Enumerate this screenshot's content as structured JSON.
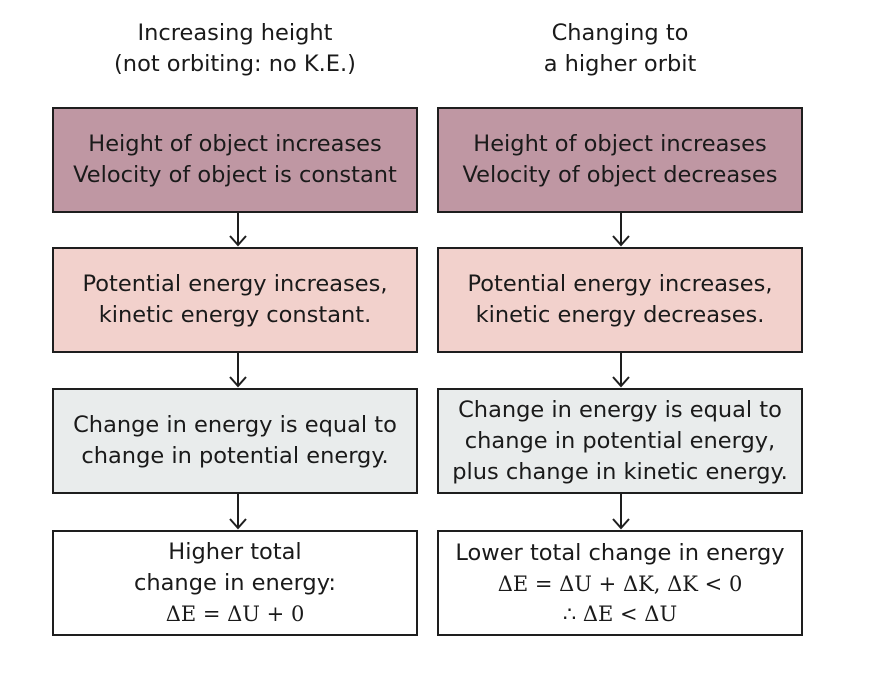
{
  "columns": [
    {
      "heading": [
        "Increasing height",
        "(not orbiting: no K.E.)"
      ],
      "boxes": [
        {
          "lines": [
            "Height of object increases",
            "Velocity of object is constant"
          ]
        },
        {
          "lines": [
            "Potential energy increases,",
            "kinetic energy constant."
          ]
        },
        {
          "lines": [
            "Change in energy is equal to",
            "change in potential energy."
          ]
        },
        {
          "lines": [
            "Higher total",
            "change in energy:"
          ],
          "equation": [
            "ΔE = ΔU  + 0"
          ]
        }
      ]
    },
    {
      "heading": [
        "Changing to",
        "a higher orbit"
      ],
      "boxes": [
        {
          "lines": [
            "Height of object increases",
            "Velocity of object decreases"
          ]
        },
        {
          "lines": [
            "Potential energy increases,",
            "kinetic energy decreases."
          ]
        },
        {
          "lines": [
            "Change in energy is equal to",
            "change in potential energy,",
            "plus change in kinetic energy."
          ]
        },
        {
          "lines": [
            "Lower total change in energy"
          ],
          "equation": [
            "ΔE = ΔU  + ΔK, ΔK < 0",
            "∴ ΔE < ΔU"
          ]
        }
      ]
    }
  ],
  "colors": {
    "row1": "#bf97a3",
    "row2": "#f2d1cc",
    "row3": "#e9ecec",
    "row4": "#ffffff",
    "border": "#1e1e1e"
  }
}
